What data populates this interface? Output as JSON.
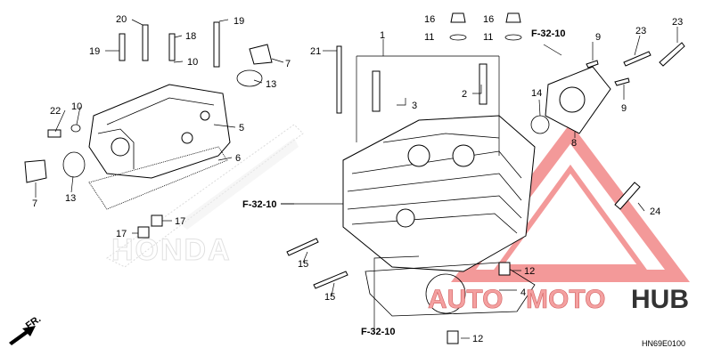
{
  "callouts": [
    {
      "id": "c20",
      "label": "20"
    },
    {
      "id": "c19a",
      "label": "19"
    },
    {
      "id": "c18",
      "label": "18"
    },
    {
      "id": "c10a",
      "label": "10"
    },
    {
      "id": "c19b",
      "label": "19"
    },
    {
      "id": "c7a",
      "label": "7"
    },
    {
      "id": "c13a",
      "label": "13"
    },
    {
      "id": "c22",
      "label": "22"
    },
    {
      "id": "c10b",
      "label": "10"
    },
    {
      "id": "c5",
      "label": "5"
    },
    {
      "id": "c6",
      "label": "6"
    },
    {
      "id": "c7b",
      "label": "7"
    },
    {
      "id": "c13b",
      "label": "13"
    },
    {
      "id": "c17a",
      "label": "17"
    },
    {
      "id": "c17b",
      "label": "17"
    },
    {
      "id": "c21",
      "label": "21"
    },
    {
      "id": "c1",
      "label": "1"
    },
    {
      "id": "c16a",
      "label": "16"
    },
    {
      "id": "c16b",
      "label": "16"
    },
    {
      "id": "c11a",
      "label": "11"
    },
    {
      "id": "c11b",
      "label": "11"
    },
    {
      "id": "c3",
      "label": "3"
    },
    {
      "id": "c2",
      "label": "2"
    },
    {
      "id": "c9a",
      "label": "9"
    },
    {
      "id": "c23a",
      "label": "23"
    },
    {
      "id": "c23b",
      "label": "23"
    },
    {
      "id": "c14",
      "label": "14"
    },
    {
      "id": "c9b",
      "label": "9"
    },
    {
      "id": "c8",
      "label": "8"
    },
    {
      "id": "c24",
      "label": "24"
    },
    {
      "id": "c15a",
      "label": "15"
    },
    {
      "id": "c15b",
      "label": "15"
    },
    {
      "id": "c12a",
      "label": "12"
    },
    {
      "id": "c4",
      "label": "4"
    },
    {
      "id": "c12b",
      "label": "12"
    }
  ],
  "references": [
    {
      "id": "r1",
      "label": "F-32-10"
    },
    {
      "id": "r2",
      "label": "F-32-10"
    },
    {
      "id": "r3",
      "label": "F-32-10"
    }
  ],
  "front_marker": "FR.",
  "diagram_code": "HN69E0100",
  "watermark": {
    "part1": "AUTO",
    "part2": "MOTO",
    "part3": "HUB",
    "color_accent": "#f08080",
    "color_dark": "#333333"
  },
  "brand_background": "HONDA"
}
